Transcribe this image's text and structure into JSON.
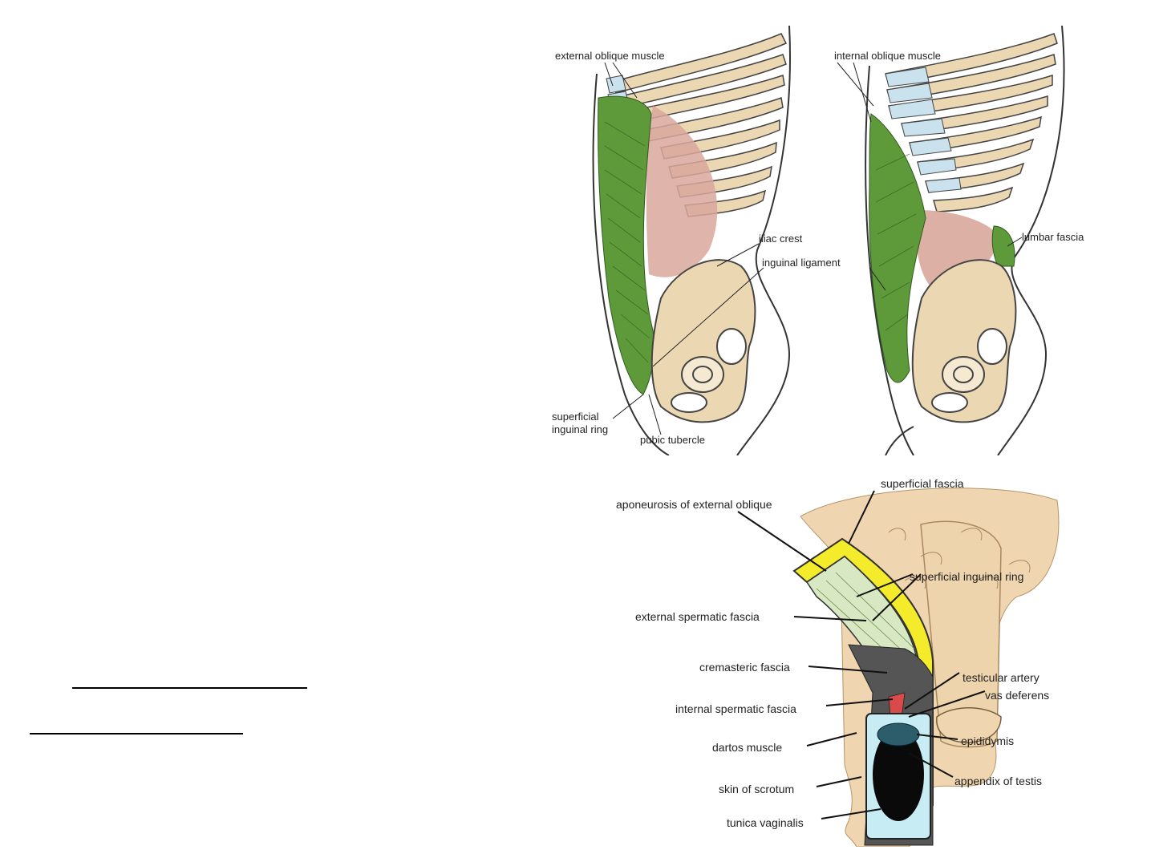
{
  "figures": {
    "abdominal_wall": {
      "labels": {
        "external_oblique_muscle": "external oblique muscle",
        "internal_oblique_muscle": "internal oblique muscle",
        "iliac_crest": "iliac crest",
        "inguinal_ligament": "inguinal ligament",
        "lumbar_fascia": "lumbar fascia",
        "superficial_inguinal_ring_1": "superficial",
        "superficial_inguinal_ring_2": "inguinal ring",
        "pubic_tubercle": "pubic tubercle"
      }
    },
    "scrotum": {
      "labels": {
        "superficial_fascia": "superficial fascia",
        "aponeurosis": "aponeurosis of external oblique",
        "superficial_inguinal_ring": "superficial inguinal ring",
        "external_spermatic_fascia": "external spermatic fascia",
        "cremasteric_fascia": "cremasteric fascia",
        "testicular_artery": "testicular artery",
        "vas_deferens": "vas deferens",
        "internal_spermatic_fascia": "internal spermatic fascia",
        "epididymis": "epididymis",
        "dartos_muscle": "dartos muscle",
        "appendix_of_testis": "appendix of testis",
        "skin_of_scrotum": "skin of scrotum",
        "tunica_vaginalis": "tunica vaginalis"
      }
    }
  },
  "colors": {
    "muscle_green": "#5f9a3a",
    "muscle_red": "#d9a79c",
    "bone": "#ecd7b3",
    "cartilage": "#c9e2ee",
    "skin": "#f0d6b0",
    "fascia_yellow": "#f4ec2a"
  }
}
